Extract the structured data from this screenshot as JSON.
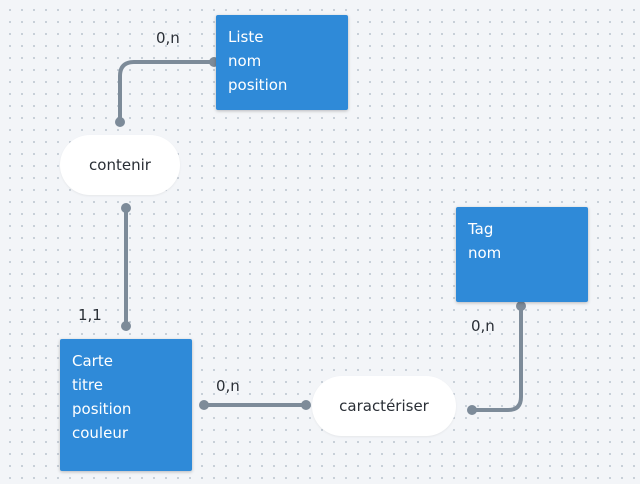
{
  "diagram": {
    "edge_color": "#7d8b99",
    "entity_color": "#2f8ad8",
    "entities": {
      "liste": {
        "name": "Liste",
        "attributes": [
          "nom",
          "position"
        ]
      },
      "carte": {
        "name": "Carte",
        "attributes": [
          "titre",
          "position",
          "couleur"
        ]
      },
      "tag": {
        "name": "Tag",
        "attributes": [
          "nom"
        ]
      }
    },
    "relations": {
      "contenir": "contenir",
      "caracteriser": "caractériser"
    },
    "cardinalities": {
      "contenir_liste": "0,n",
      "contenir_carte": "1,1",
      "caracteriser_carte": "0,n",
      "caracteriser_tag": "0,n"
    }
  }
}
